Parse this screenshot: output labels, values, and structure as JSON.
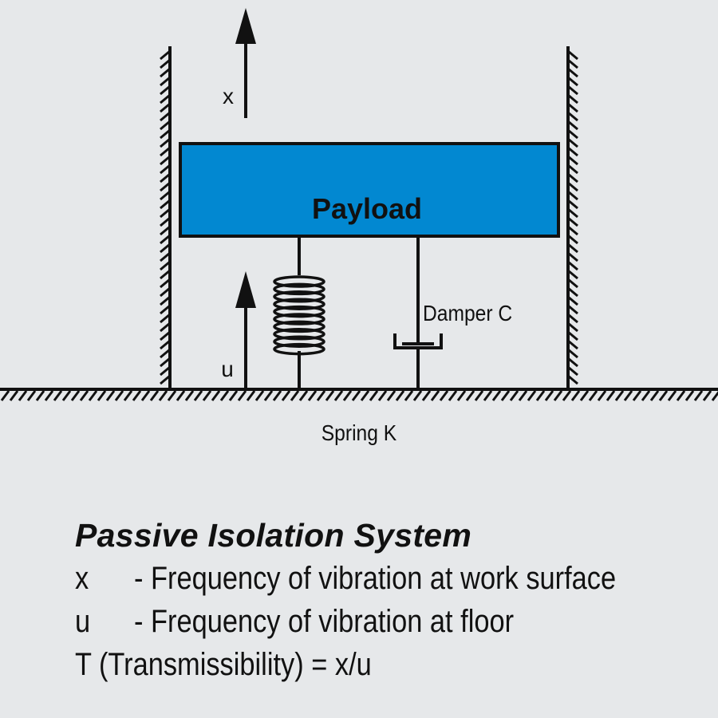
{
  "diagram": {
    "labels": {
      "x": "x",
      "u": "u",
      "payload": "Payload",
      "damper": "Damper C",
      "spring": "Spring K"
    }
  },
  "legend": {
    "title": "Passive Isolation System",
    "rows": [
      {
        "symbol": "x",
        "text": "- Frequency of vibration at work surface"
      },
      {
        "symbol": "u",
        "text": "- Frequency of vibration at floor"
      },
      {
        "symbol": "",
        "text": "T (Transmissibility) = x/u"
      }
    ]
  },
  "colors": {
    "background": "#e6e8ea",
    "payload_fill": "#0288d1",
    "line": "#111111"
  }
}
